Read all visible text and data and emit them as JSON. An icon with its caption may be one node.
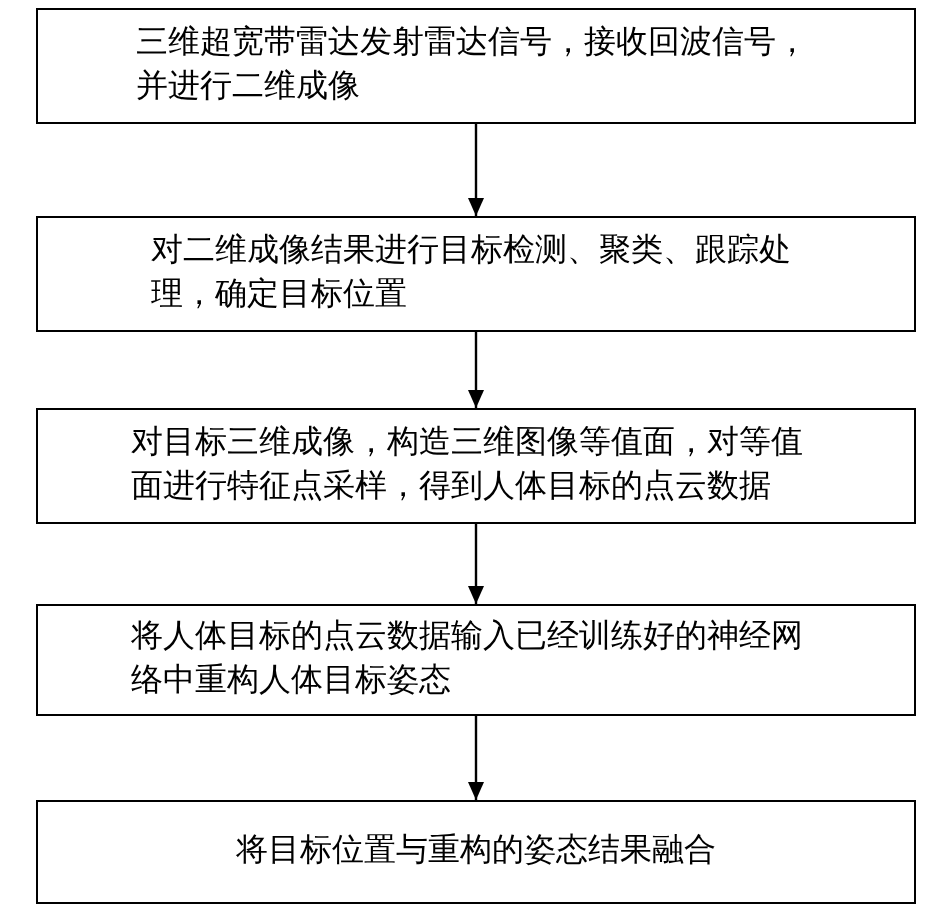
{
  "diagram": {
    "nodes": [
      {
        "text": [
          "三维超宽带雷达发射雷达信号，接收回波信号，并进行二维成像"
        ]
      },
      {
        "text": [
          "对二维成像结果进行目标检测、聚类、跟踪处理，确定目标位置"
        ]
      },
      {
        "text": [
          "对目标三维成像，构造三维图像等值面，对等值面进行特征点采样，得到人体目标的点云数据"
        ]
      },
      {
        "text": [
          "将人体目标的点云数据输入已经训练好的神经网络中重构人体目标姿态"
        ]
      },
      {
        "text": [
          "将目标位置与重构的姿态结果融合"
        ]
      }
    ],
    "edges": [
      {
        "from": 0,
        "to": 1,
        "arrow": "to"
      },
      {
        "from": 1,
        "to": 2,
        "arrow": "to"
      },
      {
        "from": 2,
        "to": 3,
        "arrow": "to"
      },
      {
        "from": 3,
        "to": 4,
        "arrow": "to"
      }
    ]
  }
}
